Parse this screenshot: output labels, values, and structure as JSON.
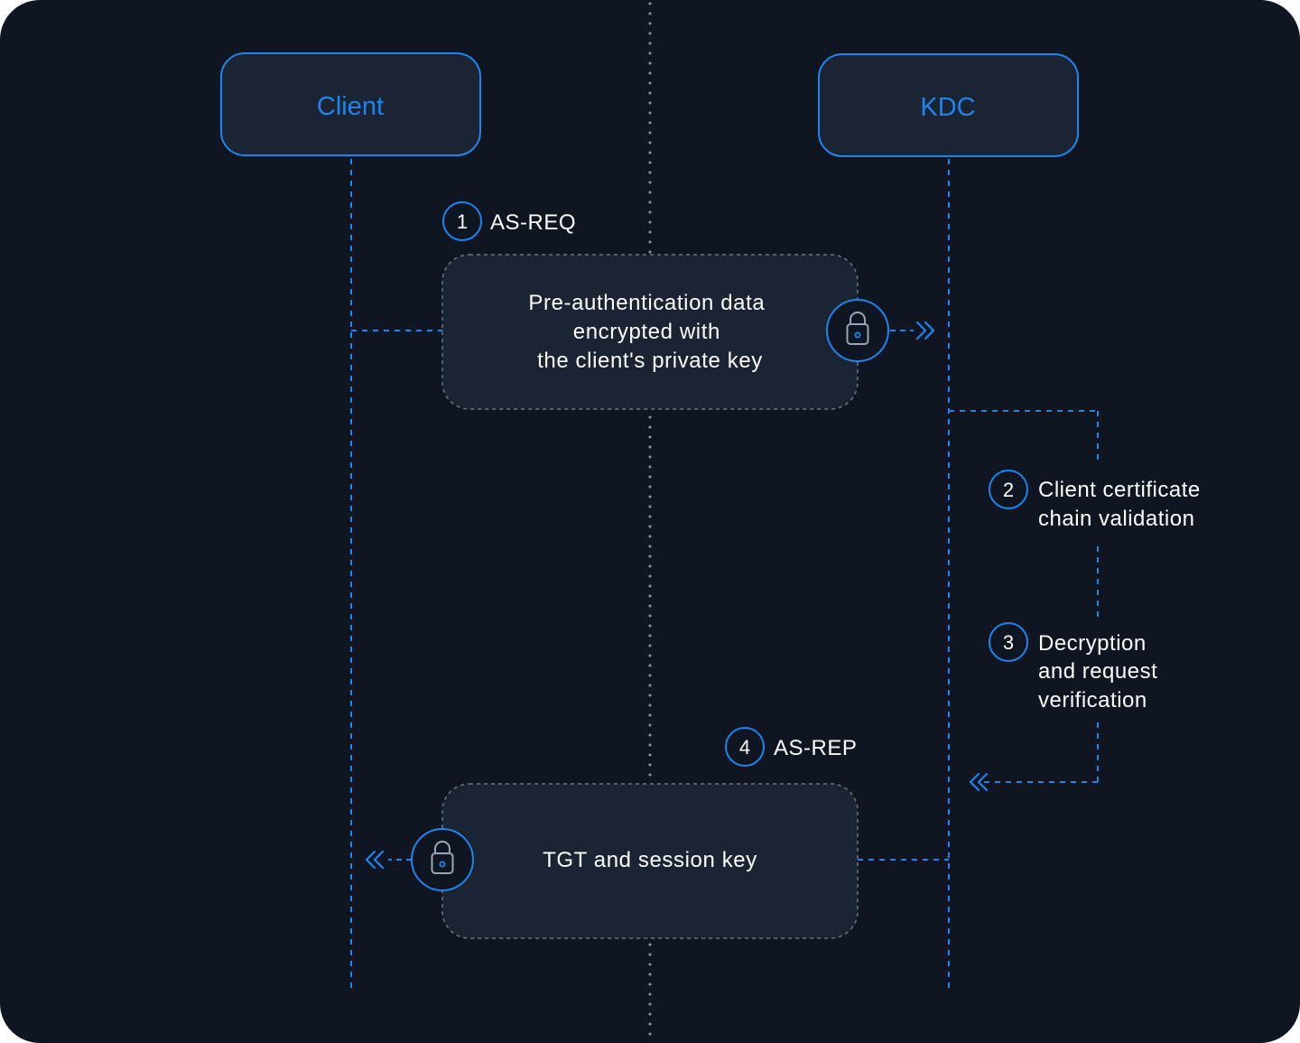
{
  "colors": {
    "background": "#0f1622",
    "panel": "#1b2433",
    "accent": "#1e85f0",
    "text": "#ffffff",
    "dashed_border": "#6b7585",
    "center_dots": "#8d96a3"
  },
  "actors": {
    "client": {
      "label": "Client"
    },
    "kdc": {
      "label": "KDC"
    }
  },
  "steps": [
    {
      "number": "1",
      "title": "AS-REQ"
    },
    {
      "number": "2",
      "title_lines": [
        "Client certificate",
        "chain validation"
      ]
    },
    {
      "number": "3",
      "title_lines": [
        "Decryption",
        "and request",
        "verification"
      ]
    },
    {
      "number": "4",
      "title": "AS-REP"
    }
  ],
  "messages": {
    "request": {
      "lines": [
        "Pre-authentication data",
        "encrypted with",
        "the client's private key"
      ],
      "icon": "lock-icon",
      "direction": "client-to-kdc"
    },
    "reply": {
      "lines": [
        "TGT and session key"
      ],
      "icon": "lock-icon",
      "direction": "kdc-to-client"
    }
  }
}
